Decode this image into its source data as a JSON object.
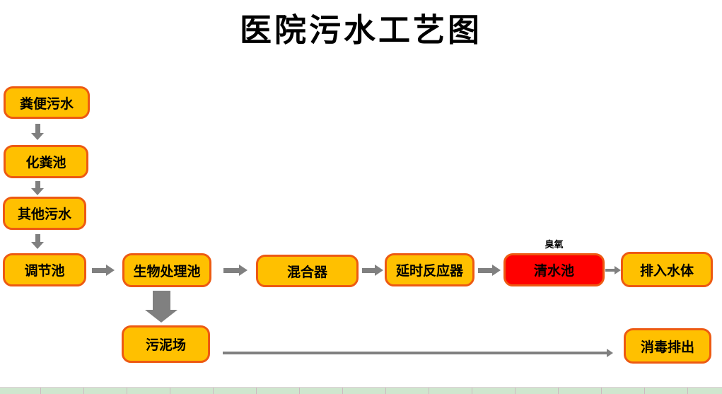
{
  "title": "医院污水工艺图",
  "nodes": [
    {
      "id": "fecal-sewage",
      "label": "粪便污水"
    },
    {
      "id": "septic-tank",
      "label": "化粪池"
    },
    {
      "id": "other-sewage",
      "label": "其他污水"
    },
    {
      "id": "regulating-tank",
      "label": "调节池"
    },
    {
      "id": "bio-treatment-tank",
      "label": "生物处理池"
    },
    {
      "id": "mixer",
      "label": "混合器"
    },
    {
      "id": "delay-reactor",
      "label": "延时反应器"
    },
    {
      "id": "clear-water-tank",
      "label": "清水池",
      "highlight": true
    },
    {
      "id": "discharge-to-water",
      "label": "排入水体"
    },
    {
      "id": "sludge-yard",
      "label": "污泥场"
    },
    {
      "id": "disinfect-discharge",
      "label": "消毒排出"
    }
  ],
  "annotations": {
    "ozone": "臭氧"
  },
  "flow": [
    "粪便污水→化粪池",
    "化粪池→其他污水",
    "其他污水→调节池",
    "调节池→生物处理池",
    "生物处理池→混合器",
    "混合器→延时反应器",
    "延时反应器→清水池",
    "清水池→排入水体",
    "生物处理池→污泥场",
    "污泥场→消毒排出"
  ],
  "colors": {
    "node_fill": "#FFC000",
    "node_border": "#ED5A12",
    "node_highlight_fill": "#FF0000",
    "arrow": "#808080",
    "strip": "#CFE6CE",
    "strip_line": "#CDB9C0",
    "title_text": "#000000"
  }
}
